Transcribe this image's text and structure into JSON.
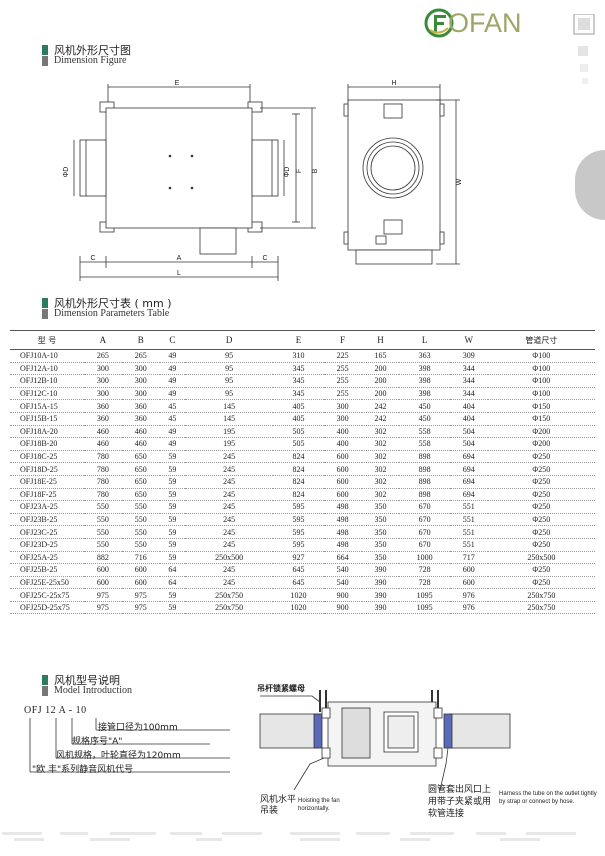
{
  "brand": {
    "logo_text": "OFAN"
  },
  "figure_section": {
    "title_cn": "风机外形尺寸图",
    "title_en": "Dimension Figure"
  },
  "figure_labels": {
    "E": "E",
    "H": "H",
    "phiD_left": "ΦD",
    "phiD_right": "ΦD",
    "F": "F",
    "B": "B",
    "W": "W",
    "C_left": "C",
    "C_right": "C",
    "A": "A",
    "L": "L"
  },
  "table_section": {
    "title_cn": "风机外形尺寸表 ( mm )",
    "title_en": "Dimension Parameters Table"
  },
  "table": {
    "headers": [
      "型 号",
      "A",
      "B",
      "C",
      "D",
      "E",
      "F",
      "H",
      "L",
      "W",
      "管道尺寸"
    ],
    "rows": [
      [
        "OFJ10A-10",
        "265",
        "265",
        "49",
        "95",
        "310",
        "225",
        "165",
        "363",
        "309",
        "Φ100"
      ],
      [
        "OFJ12A-10",
        "300",
        "300",
        "49",
        "95",
        "345",
        "255",
        "200",
        "398",
        "344",
        "Φ100"
      ],
      [
        "OFJ12B-10",
        "300",
        "300",
        "49",
        "95",
        "345",
        "255",
        "200",
        "398",
        "344",
        "Φ100"
      ],
      [
        "OFJ12C-10",
        "300",
        "300",
        "49",
        "95",
        "345",
        "255",
        "200",
        "398",
        "344",
        "Φ100"
      ],
      [
        "OFJ15A-15",
        "360",
        "360",
        "45",
        "145",
        "405",
        "300",
        "242",
        "450",
        "404",
        "Φ150"
      ],
      [
        "OFJ15B-15",
        "360",
        "360",
        "45",
        "145",
        "405",
        "300",
        "242",
        "450",
        "404",
        "Φ150"
      ],
      [
        "OFJ18A-20",
        "460",
        "460",
        "49",
        "195",
        "505",
        "400",
        "302",
        "558",
        "504",
        "Φ200"
      ],
      [
        "OFJ18B-20",
        "460",
        "460",
        "49",
        "195",
        "505",
        "400",
        "302",
        "558",
        "504",
        "Φ200"
      ],
      [
        "OFJ18C-25",
        "780",
        "650",
        "59",
        "245",
        "824",
        "600",
        "302",
        "898",
        "694",
        "Φ250"
      ],
      [
        "OFJ18D-25",
        "780",
        "650",
        "59",
        "245",
        "824",
        "600",
        "302",
        "898",
        "694",
        "Φ250"
      ],
      [
        "OFJ18E-25",
        "780",
        "650",
        "59",
        "245",
        "824",
        "600",
        "302",
        "898",
        "694",
        "Φ250"
      ],
      [
        "OFJ18F-25",
        "780",
        "650",
        "59",
        "245",
        "824",
        "600",
        "302",
        "898",
        "694",
        "Φ250"
      ],
      [
        "OFJ23A-25",
        "550",
        "550",
        "59",
        "245",
        "595",
        "498",
        "350",
        "670",
        "551",
        "Φ250"
      ],
      [
        "OFJ23B-25",
        "550",
        "550",
        "59",
        "245",
        "595",
        "498",
        "350",
        "670",
        "551",
        "Φ250"
      ],
      [
        "OFJ23C-25",
        "550",
        "550",
        "59",
        "245",
        "595",
        "498",
        "350",
        "670",
        "551",
        "Φ250"
      ],
      [
        "OFJ23D-25",
        "550",
        "550",
        "59",
        "245",
        "595",
        "498",
        "350",
        "670",
        "551",
        "Φ250"
      ],
      [
        "OFJ25A-25",
        "882",
        "716",
        "59",
        "250x500",
        "927",
        "664",
        "350",
        "1000",
        "717",
        "250x500"
      ],
      [
        "OFJ25B-25",
        "600",
        "600",
        "64",
        "245",
        "645",
        "540",
        "390",
        "728",
        "600",
        "Φ250"
      ],
      [
        "OFJ25E-25x50",
        "600",
        "600",
        "64",
        "245",
        "645",
        "540",
        "390",
        "728",
        "600",
        "Φ250"
      ],
      [
        "OFJ25C-25x75",
        "975",
        "975",
        "59",
        "250x750",
        "1020",
        "900",
        "390",
        "1095",
        "976",
        "250x750"
      ],
      [
        "OFJ25D-25x75",
        "975",
        "975",
        "59",
        "250x750",
        "1020",
        "900",
        "390",
        "1095",
        "976",
        "250x750"
      ]
    ]
  },
  "model_section": {
    "title_cn": "风机型号说明",
    "title_en": "Model Introduction",
    "code": "OFJ 12 A - 10",
    "desc": [
      "接管口径为100mm",
      "规格序号\"A\"",
      "风机规格，叶轮直径为120mm",
      "\"欧 丰\"系列静音风机代号"
    ]
  },
  "install": {
    "hoist_nut_label": "吊杆锁紧螺母",
    "hoist_fan_cn": "风机水平吊装",
    "hoist_fan_en": "Hoisting the fan horizontally.",
    "connect_cn": "圆管套出风口上用带子夹紧或用软管连接",
    "connect_en": "Harness the tube on the outlet tightly by strap or connect by hose."
  },
  "colors": {
    "brand_green": "#2e7a5f",
    "logo_text": "#9fa56a",
    "tube_blue": "#5a6ab8"
  }
}
